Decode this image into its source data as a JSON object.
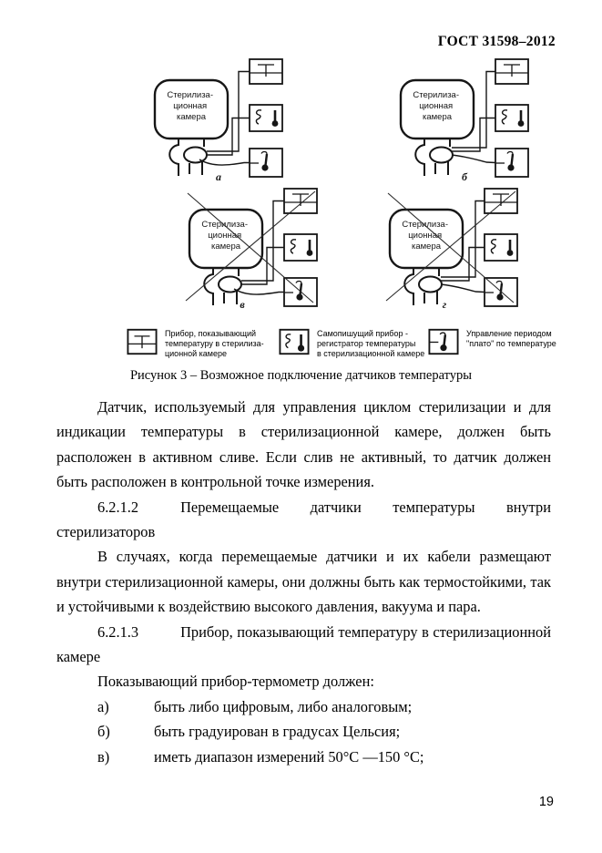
{
  "header": {
    "title": "ГОСТ 31598–2012"
  },
  "figure": {
    "chamber": {
      "line1": "Стерилиза-",
      "line2": "ционная",
      "line3": "камера"
    },
    "labels": {
      "a": "а",
      "b": "б",
      "v": "в",
      "g": "г"
    },
    "legend": {
      "items": [
        {
          "icon": "indicating-thermometer-icon",
          "line1": "Прибор, показывающий",
          "line2": "температуру в стерилиза-",
          "line3": "ционной камере"
        },
        {
          "icon": "recording-thermometer-icon",
          "line1": "Самопишущий прибор -",
          "line2": "регистратор температуры",
          "line3": "в стерилизационной камере"
        },
        {
          "icon": "plateau-control-icon",
          "line1": "Управление периодом",
          "line2": "\"плато\" по температуре",
          "line3": ""
        }
      ]
    },
    "caption": "Рисунок 3 – Возможное подключение датчиков температуры"
  },
  "body": {
    "p1": "Датчик, используемый для управления циклом стерилизации и для индикации температуры в стерилизационной камере, должен быть расположен в активном сливе. Если слив не активный, то датчик должен быть расположен в контрольной точке измерения.",
    "h622_number": "6.2.1.2",
    "h622_text": "Перемещаемые датчики температуры внутри стерилизаторов",
    "p2": "В случаях, когда перемещаемые датчики и их кабели размещают внутри стерилизационной камеры, они должны быть как термостойкими, так и устойчивыми к воздействию высокого давления, вакуума и пара.",
    "h623_number": "6.2.1.3",
    "h623_text": "Прибор, показывающий температуру в стерилизационной камере",
    "p3": "Показывающий прибор-термометр должен:",
    "list": [
      {
        "marker": "а)",
        "text": "быть либо цифровым, либо аналоговым;"
      },
      {
        "marker": "б)",
        "text": "быть градуирован в градусах Цельсия;"
      },
      {
        "marker": "в)",
        "text": "иметь диапазон измерений 50°С —150 °С;"
      }
    ]
  },
  "footer": {
    "page_number": "19"
  }
}
